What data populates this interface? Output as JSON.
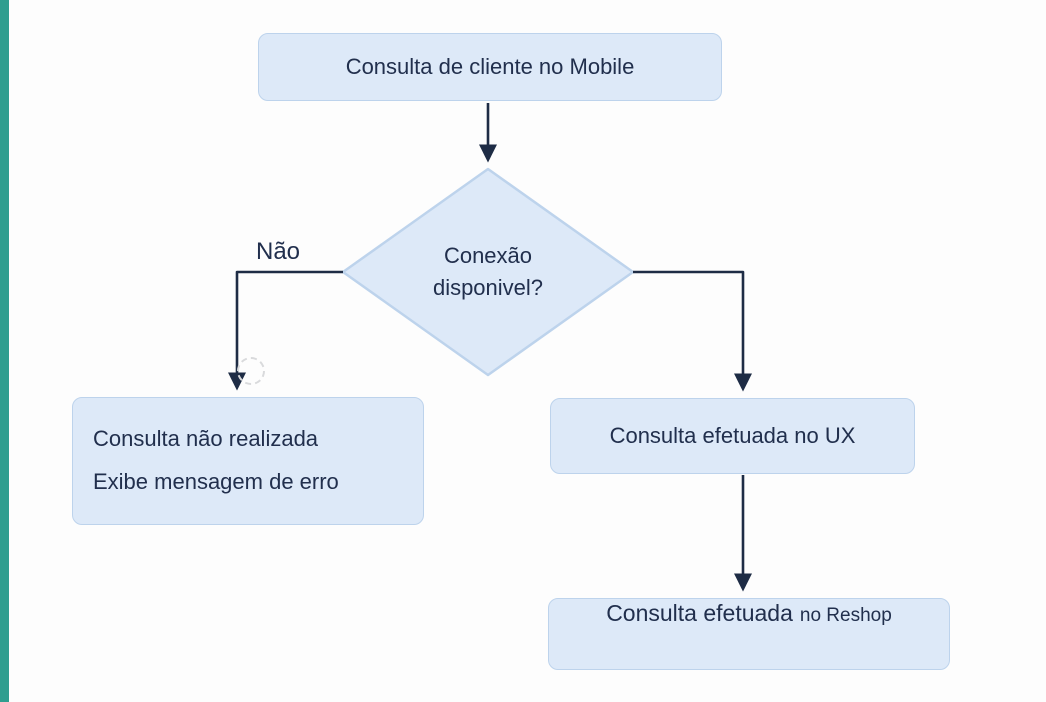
{
  "diagram": {
    "nodes": {
      "start": {
        "label": "Consulta de cliente no Mobile"
      },
      "decision": {
        "line1": "Conexão",
        "line2": "disponivel?"
      },
      "no_result": {
        "line1": "Consulta não realizada",
        "line2": "Exibe mensagem de erro"
      },
      "yes_result": {
        "label": "Consulta efetuada no UX"
      },
      "end_result": {
        "label_main": "Consulta efetuada",
        "label_small": "no Reshop"
      }
    },
    "edges": {
      "no_label": "Não"
    },
    "colors": {
      "node_fill": "#dde9f8",
      "node_border": "#bdd3ec",
      "arrow": "#1e2c45",
      "text": "#212f4d",
      "accent_bar": "#2f9e8f",
      "page_bg": "#fdfdfd"
    }
  }
}
